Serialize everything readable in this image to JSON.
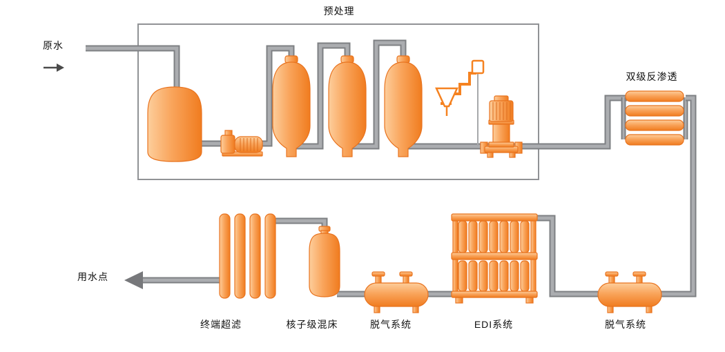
{
  "diagram": {
    "pretreatment_title": "预处理",
    "raw_water": "原水",
    "double_pass_ro": "双级反渗透",
    "use_point": "用水点",
    "terminal_uf": "终端超滤",
    "mixed_bed": "核子级混床",
    "degasser_left": "脱气系统",
    "edi": "EDI系统",
    "degasser_right": "脱气系统",
    "colors": {
      "equipment_orange": "#F07C1F",
      "equipment_highlight": "#FDCE9C",
      "equipment_outline": "#E8731F",
      "pipe_edge": "#7E8083",
      "pipe_fill": "#ABADB0",
      "boundary_gray": "#909295",
      "text": "#111111"
    }
  }
}
